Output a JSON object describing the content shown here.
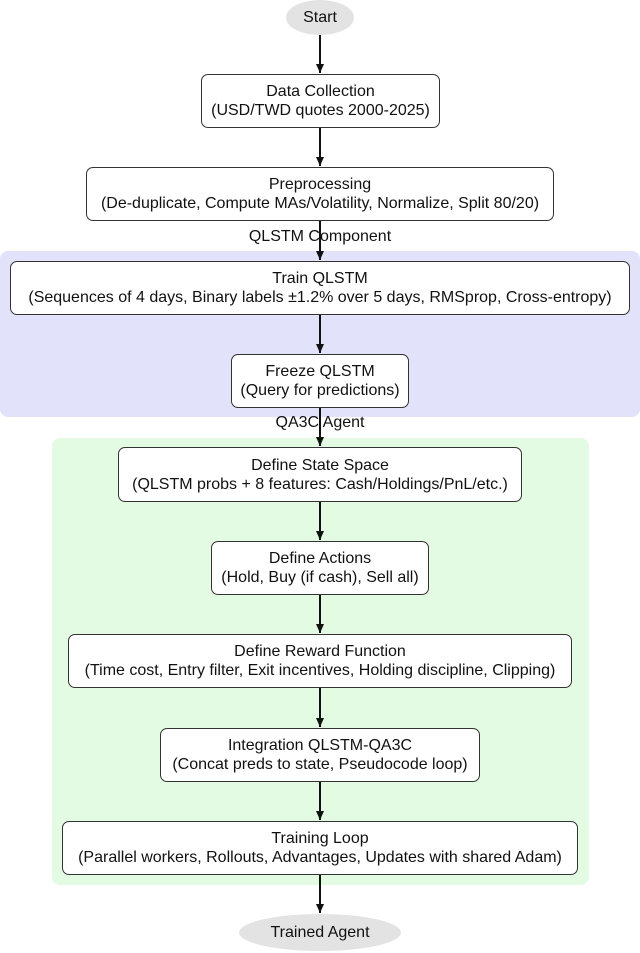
{
  "start_label": "Start",
  "end_label": "Trained Agent",
  "clusters": {
    "qlstm": {
      "label": "QLSTM Component",
      "color": "#e2e2fb"
    },
    "qa3c": {
      "label": "QA3C Agent",
      "color": "#e3fbe3"
    }
  },
  "nodes": {
    "data_collection": {
      "title": "Data Collection",
      "detail": "(USD/TWD quotes 2000-2025)"
    },
    "preprocessing": {
      "title": "Preprocessing",
      "detail": "(De-duplicate, Compute MAs/Volatility, Normalize, Split 80/20)"
    },
    "train_qlstm": {
      "title": "Train QLSTM",
      "detail": "(Sequences of 4 days, Binary labels ±1.2% over 5 days, RMSprop, Cross-entropy)"
    },
    "freeze_qlstm": {
      "title": "Freeze QLSTM",
      "detail": "(Query for predictions)"
    },
    "define_state": {
      "title": "Define State Space",
      "detail": "(QLSTM probs + 8 features: Cash/Holdings/PnL/etc.)"
    },
    "define_actions": {
      "title": "Define Actions",
      "detail": "(Hold, Buy (if cash), Sell all)"
    },
    "define_reward": {
      "title": "Define Reward Function",
      "detail": "(Time cost, Entry filter, Exit incentives, Holding discipline, Clipping)"
    },
    "integration": {
      "title": "Integration QLSTM-QA3C",
      "detail": "(Concat preds to state, Pseudocode loop)"
    },
    "training_loop": {
      "title": "Training Loop",
      "detail": "(Parallel workers, Rollouts, Advantages, Updates with shared Adam)"
    }
  }
}
